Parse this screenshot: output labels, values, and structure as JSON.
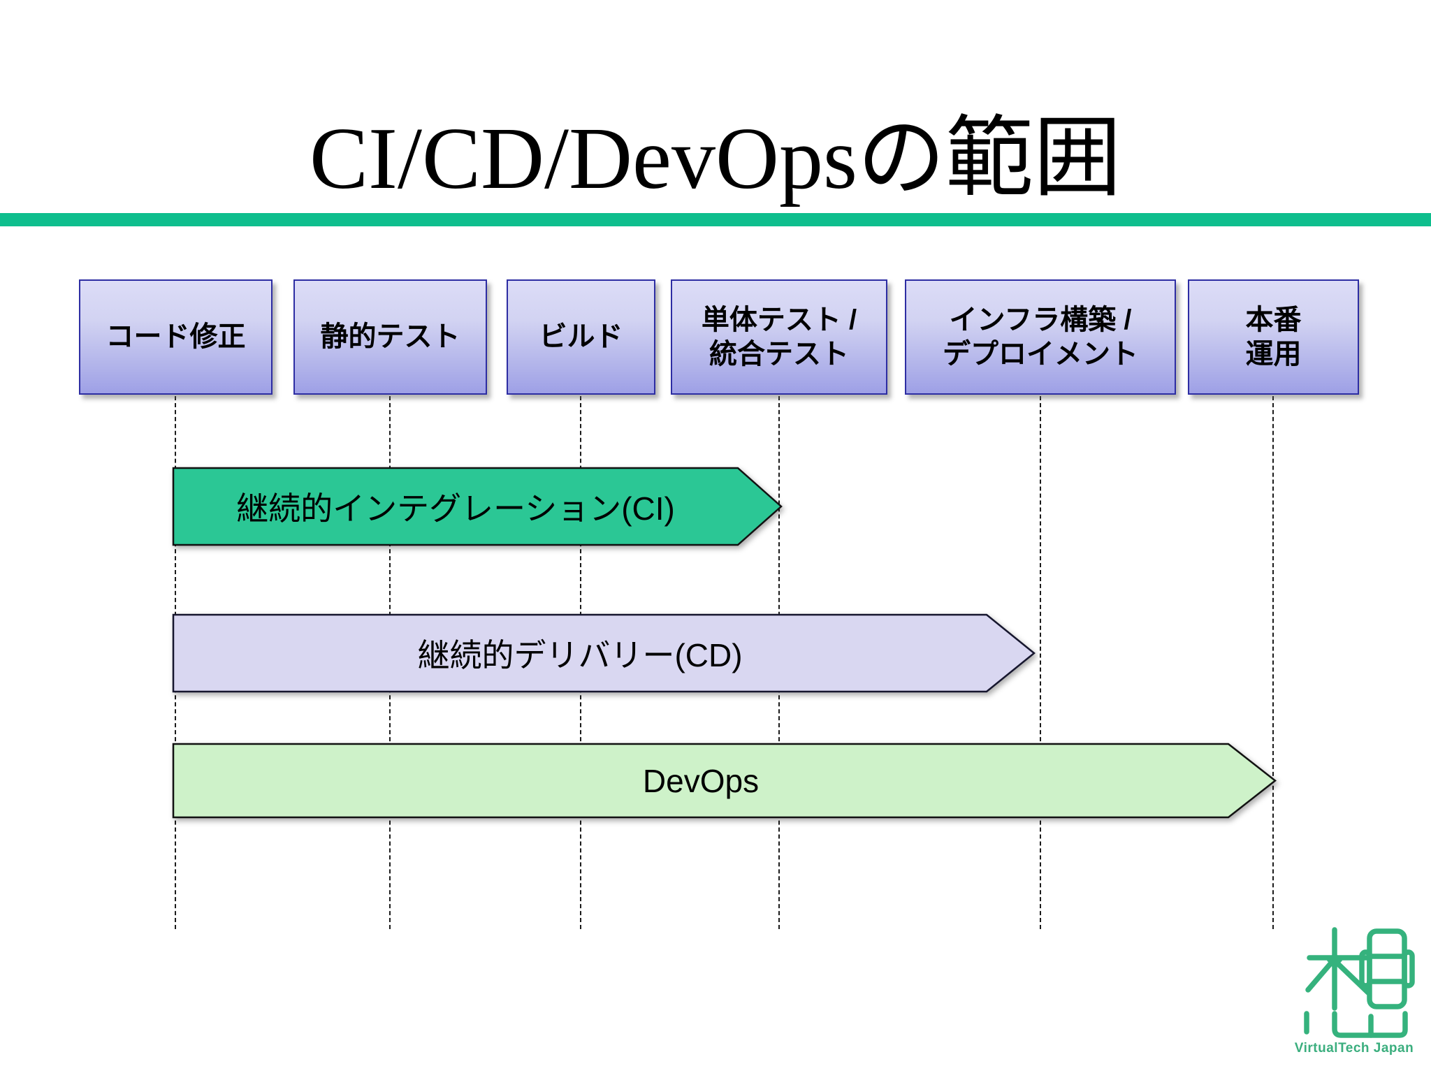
{
  "page": {
    "title": "CI/CD/DevOpsの範囲"
  },
  "stages": [
    {
      "label": "コード修正"
    },
    {
      "label": "静的テスト"
    },
    {
      "label": "ビルド"
    },
    {
      "label": "単体テスト /\n統合テスト"
    },
    {
      "label": "インフラ構築 /\nデプロイメント"
    },
    {
      "label": "本番\n運用"
    }
  ],
  "bands": [
    {
      "label": "継続的インテグレーション(CI)",
      "fill": "#2bc795",
      "border": "#111111"
    },
    {
      "label": "継続的デリバリー(CD)",
      "fill": "#d9d7f1",
      "border": "#16162e"
    },
    {
      "label": "DevOps",
      "fill": "#cef2c9",
      "border": "#111111"
    }
  ],
  "colors": {
    "divider": "#0ebe8d",
    "box_border": "#2d2da3",
    "box_gradient_top": "#d8d8f5",
    "box_gradient_bottom": "#9ea0e6",
    "dashed_line": "#1a1a1a",
    "logo_green": "#35b27d"
  },
  "logo": {
    "text": "VirtualTech Japan"
  }
}
